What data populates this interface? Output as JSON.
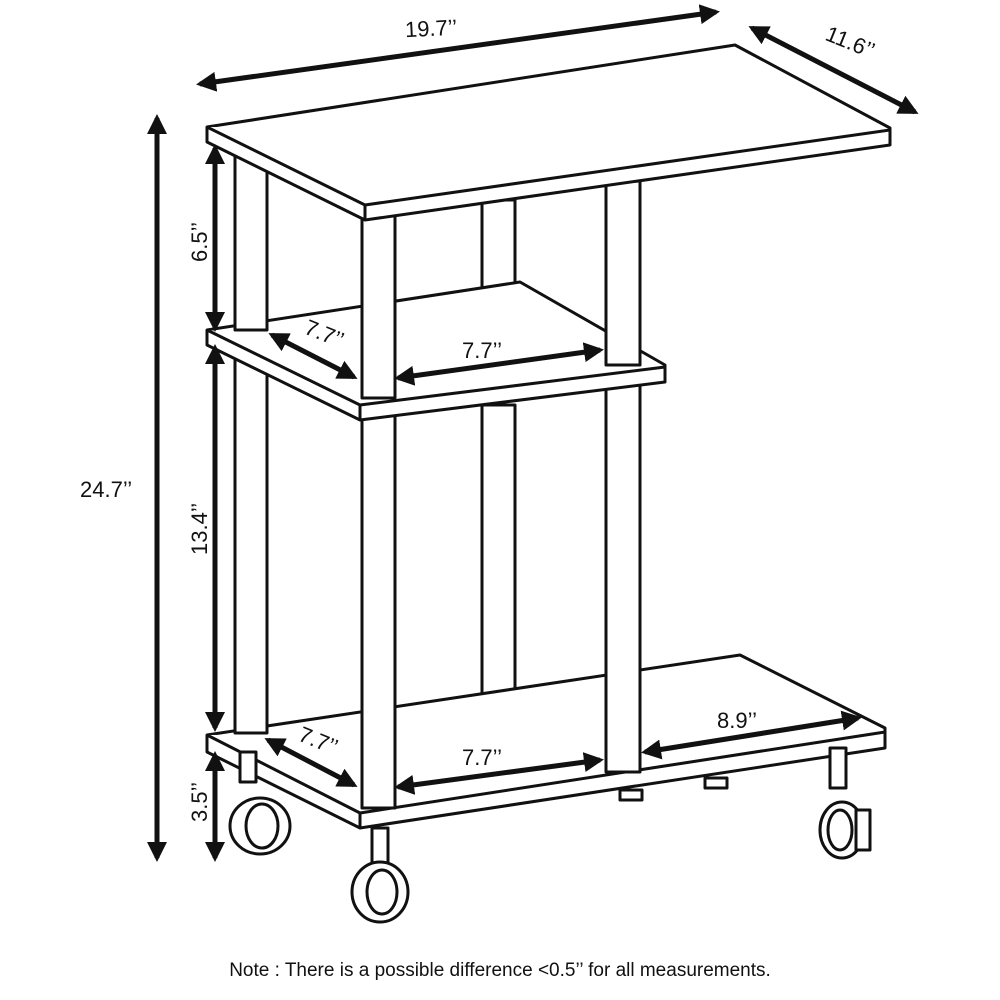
{
  "title": "Side table dimension diagram",
  "dimensions": {
    "width": "19.7’’",
    "depth": "11.6’’",
    "total_height": "24.7’’",
    "top_gap": "6.5’’",
    "middle_gap": "13.4’’",
    "bottom_clearance": "3.5’’",
    "middle_shelf_depth": "7.7’’",
    "middle_shelf_width": "7.7’’",
    "bottom_shelf_depth": "7.7’’",
    "bottom_shelf_width": "7.7’’",
    "bottom_shelf_right_width": "8.9’’"
  },
  "note": "Note : There is a possible difference <0.5’’ for all measurements."
}
